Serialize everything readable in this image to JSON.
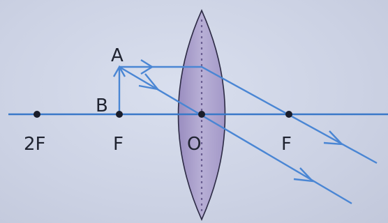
{
  "labels": {
    "object_top": "A",
    "object_base": "B",
    "double_focus_left": "2F",
    "focus_left": "F",
    "optical_center": "O",
    "focus_right": "F"
  },
  "colors": {
    "axis": "#3a78c8",
    "ray": "#4a86d4",
    "lens_fill": "#a99cc9",
    "lens_edge": "#2c2a44",
    "point": "#1a1d2a",
    "text": "#1f2330"
  }
}
